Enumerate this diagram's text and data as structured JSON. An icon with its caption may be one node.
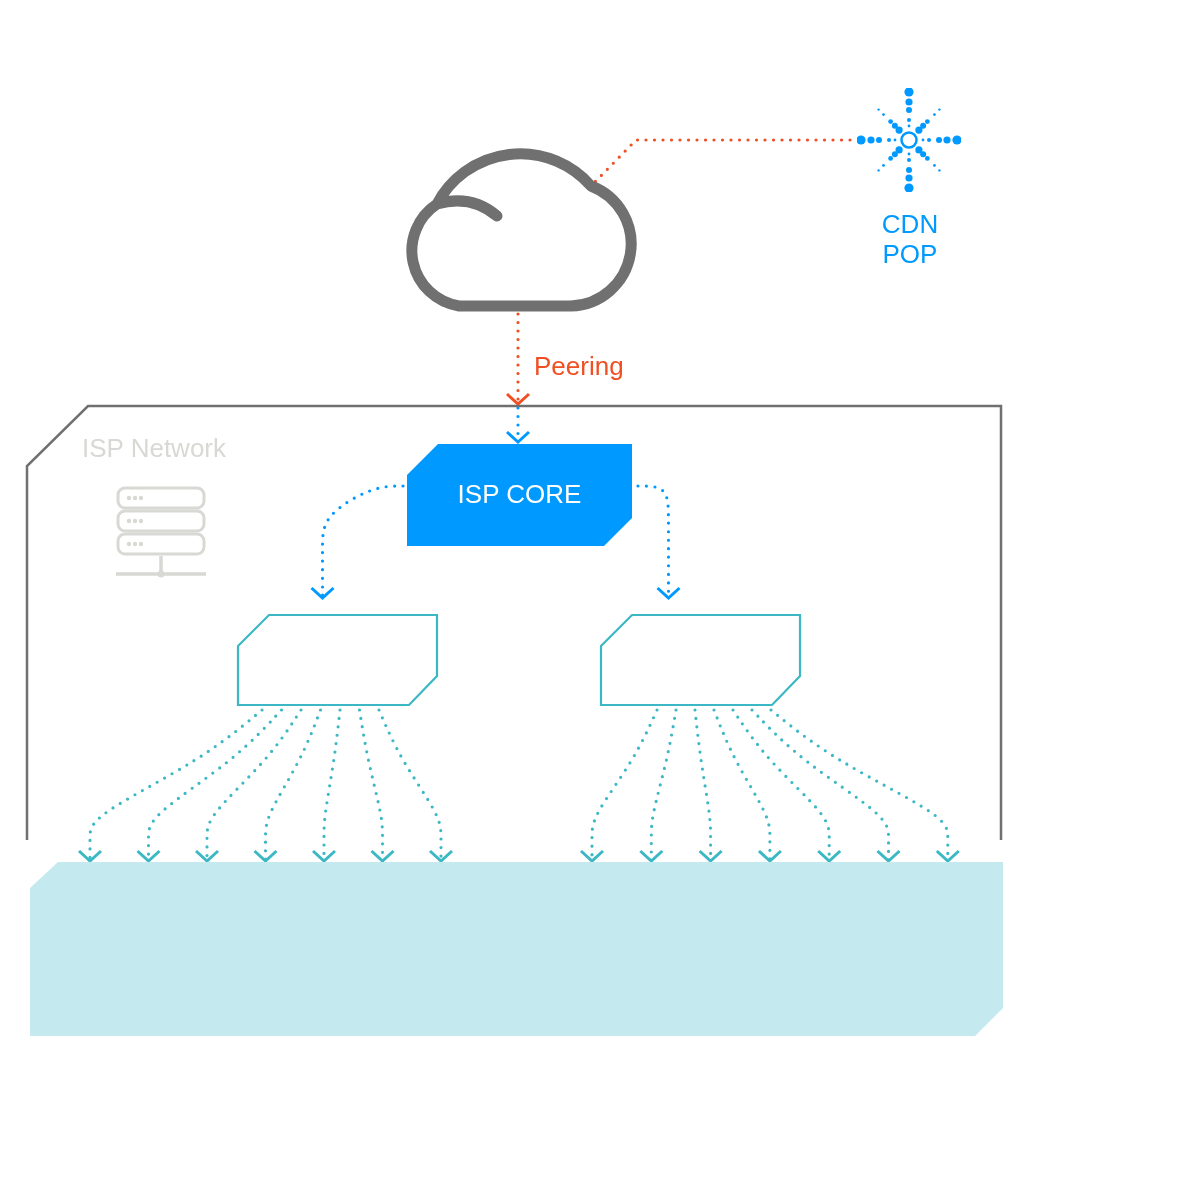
{
  "diagram": {
    "nodes": [
      {
        "text": [],
        "shape": "cloud"
      },
      {
        "text": [
          "CDN POP"
        ]
      },
      {
        "text": [
          "ISP Network"
        ]
      },
      {
        "text": [
          "ISP CORE"
        ],
        "in": 2
      },
      {
        "text": [],
        "shape": "box",
        "in": 2
      },
      {
        "text": [],
        "shape": "box",
        "in": 2
      },
      {
        "text": [],
        "shape": "band"
      }
    ],
    "edges": [
      {
        "from": 1,
        "to": 0,
        "arrow": "none",
        "color": "#f04e23"
      },
      {
        "from": 0,
        "to": 2,
        "arrow": "to",
        "label": "Peering",
        "color": "#f04e23"
      },
      {
        "from": null,
        "to": 3,
        "arrow": "to",
        "color": "#0099ff"
      },
      {
        "from": 3,
        "to": 4,
        "arrow": "to",
        "color": "#0099ff"
      },
      {
        "from": 3,
        "to": 5,
        "arrow": "to",
        "color": "#0099ff"
      },
      {
        "from": 4,
        "to": 6,
        "arrow": "to"
      },
      {
        "from": 4,
        "to": 6,
        "arrow": "to"
      },
      {
        "from": 4,
        "to": 6,
        "arrow": "to"
      },
      {
        "from": 4,
        "to": 6,
        "arrow": "to"
      },
      {
        "from": 4,
        "to": 6,
        "arrow": "to"
      },
      {
        "from": 4,
        "to": 6,
        "arrow": "to"
      },
      {
        "from": 4,
        "to": 6,
        "arrow": "to"
      },
      {
        "from": 5,
        "to": 6,
        "arrow": "to"
      },
      {
        "from": 5,
        "to": 6,
        "arrow": "to"
      },
      {
        "from": 5,
        "to": 6,
        "arrow": "to"
      },
      {
        "from": 5,
        "to": 6,
        "arrow": "to"
      },
      {
        "from": 5,
        "to": 6,
        "arrow": "to"
      },
      {
        "from": 5,
        "to": 6,
        "arrow": "to"
      },
      {
        "from": 5,
        "to": 6,
        "arrow": "to"
      }
    ]
  }
}
